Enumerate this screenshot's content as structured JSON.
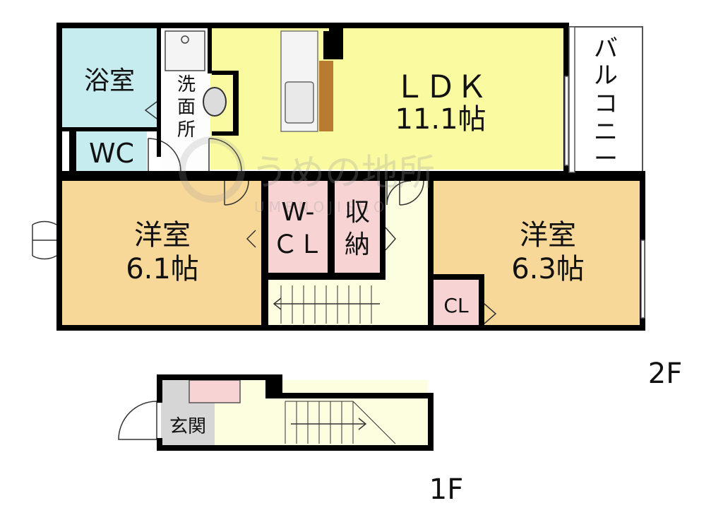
{
  "floors": {
    "second": {
      "label": "2F",
      "rooms": {
        "bath": "浴室",
        "washroom": [
          "洗",
          "面",
          "所"
        ],
        "toilet": "WC",
        "ldk_name": "ＬＤＫ",
        "ldk_size": "11.1帖",
        "balcony": [
          "バ",
          "ル",
          "コ",
          "ニ",
          "ー"
        ],
        "west_name": "洋室",
        "west_size": "6.1帖",
        "wcl_line1": "W-",
        "wcl_line2": "ＣＬ",
        "storage": [
          "収",
          "納"
        ],
        "east_name": "洋室",
        "east_size": "6.3帖",
        "closet": "CL"
      }
    },
    "first": {
      "label": "1F",
      "rooms": {
        "entrance": "玄関"
      }
    }
  },
  "watermark": {
    "text": "うめの地所",
    "sub": "UMENOJISHO"
  },
  "colors": {
    "wall": "#000000",
    "bath": "#c6ecef",
    "ldk": "#fafaa0",
    "bedroom": "#f8d898",
    "closet": "#f7d3d3",
    "circulation": "#fdfde0",
    "utility": "#f2f2f2",
    "entrance_floor": "#d6d6d6",
    "counter_wood": "#b87b30"
  }
}
